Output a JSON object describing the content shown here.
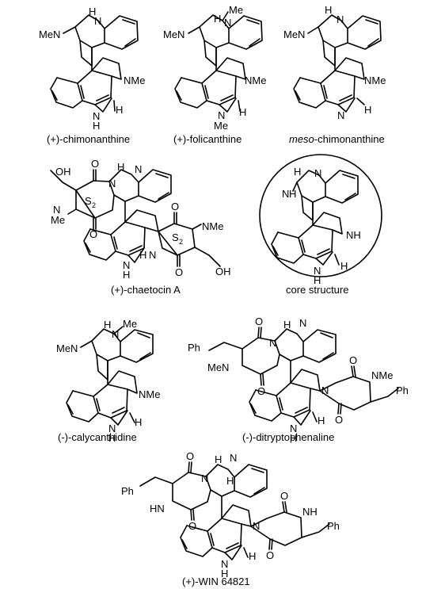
{
  "compounds": [
    {
      "id": "chimonanthine",
      "caption": "(+)-chimonanthine",
      "atoms": [
        "H",
        "N",
        "MeN",
        "N",
        "H",
        "NMe",
        "H"
      ]
    },
    {
      "id": "folicanthine",
      "caption": "(+)-folicanthine",
      "atoms": [
        "H",
        "N",
        "Me",
        "MeN",
        "NMe",
        "N",
        "Me",
        "H"
      ]
    },
    {
      "id": "meso",
      "caption_italic": "meso",
      "caption_rest": "-chimonanthine",
      "atoms": [
        "H",
        "N",
        "MeN",
        "NMe",
        "N",
        "H"
      ]
    },
    {
      "id": "chaetocin",
      "caption": "(+)-chaetocin A",
      "atoms": [
        "OH",
        "O",
        "H",
        "N",
        "N",
        "S",
        "2",
        "N",
        "Me",
        "O",
        "O",
        "N",
        "Me",
        "S",
        "2",
        "N",
        "H",
        "H",
        "O",
        "OH"
      ]
    },
    {
      "id": "core",
      "caption": "core structure",
      "atoms": [
        "H",
        "N",
        "N",
        "H",
        "NH",
        "N",
        "H",
        "H"
      ]
    },
    {
      "id": "calycanthidine",
      "caption": "(-)-calycanthidine",
      "atoms": [
        "H",
        "Me",
        "N",
        "MeN",
        "NMe",
        "N",
        "H",
        "H"
      ]
    },
    {
      "id": "ditryptophenaline",
      "caption": "(-)-ditryptophenaline",
      "atoms": [
        "O",
        "H",
        "N",
        "Ph",
        "N",
        "MeN",
        "O",
        "O",
        "NMe",
        "N",
        "N",
        "H",
        "H",
        "Ph",
        "O"
      ]
    },
    {
      "id": "win",
      "caption": "(+)-WIN 64821",
      "atoms": [
        "O",
        "H",
        "N",
        "Ph",
        "N",
        "H",
        "HN",
        "O",
        "O",
        "NH",
        "N",
        "N",
        "H",
        "H",
        "Ph",
        "O"
      ]
    }
  ]
}
